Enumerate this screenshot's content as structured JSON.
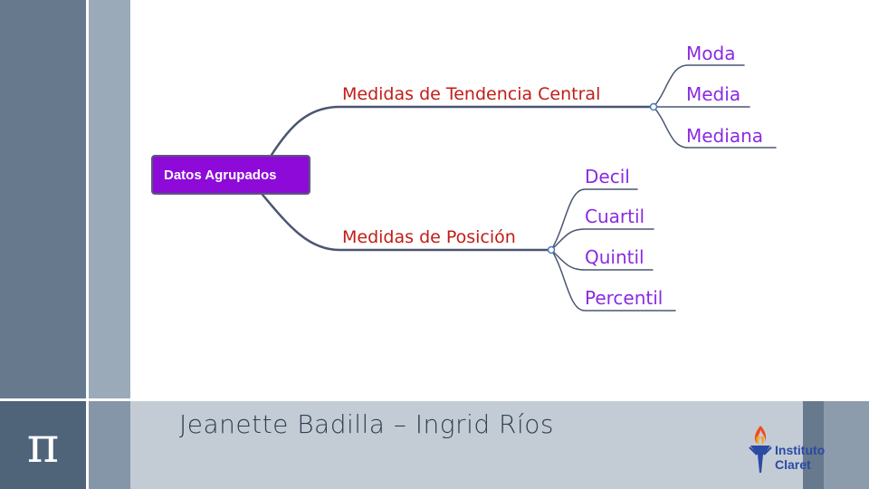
{
  "mindmap": {
    "root": "Datos Agrupados",
    "branches": [
      {
        "label": "Medidas de Tendencia Central",
        "leaves": [
          "Moda",
          "Media",
          "Mediana"
        ]
      },
      {
        "label": "Medidas de Posición",
        "leaves": [
          "Decil",
          "Cuartil",
          "Quintil",
          "Percentil"
        ]
      }
    ]
  },
  "footer": {
    "symbol": "π",
    "authors": "Jeanette Badilla – Ingrid Ríos",
    "logo": {
      "line1": "Instituto",
      "line2": "Claret",
      "icon": "torch-icon"
    }
  },
  "colors": {
    "root_fill": "#8e0ad8",
    "branch_text": "#c11d16",
    "leaf_text": "#8a2be2",
    "connector": "#4a5670",
    "sidebar_dark": "#66798d",
    "sidebar_light": "#9aaab9",
    "footer_bg": "#c3ccd5"
  }
}
